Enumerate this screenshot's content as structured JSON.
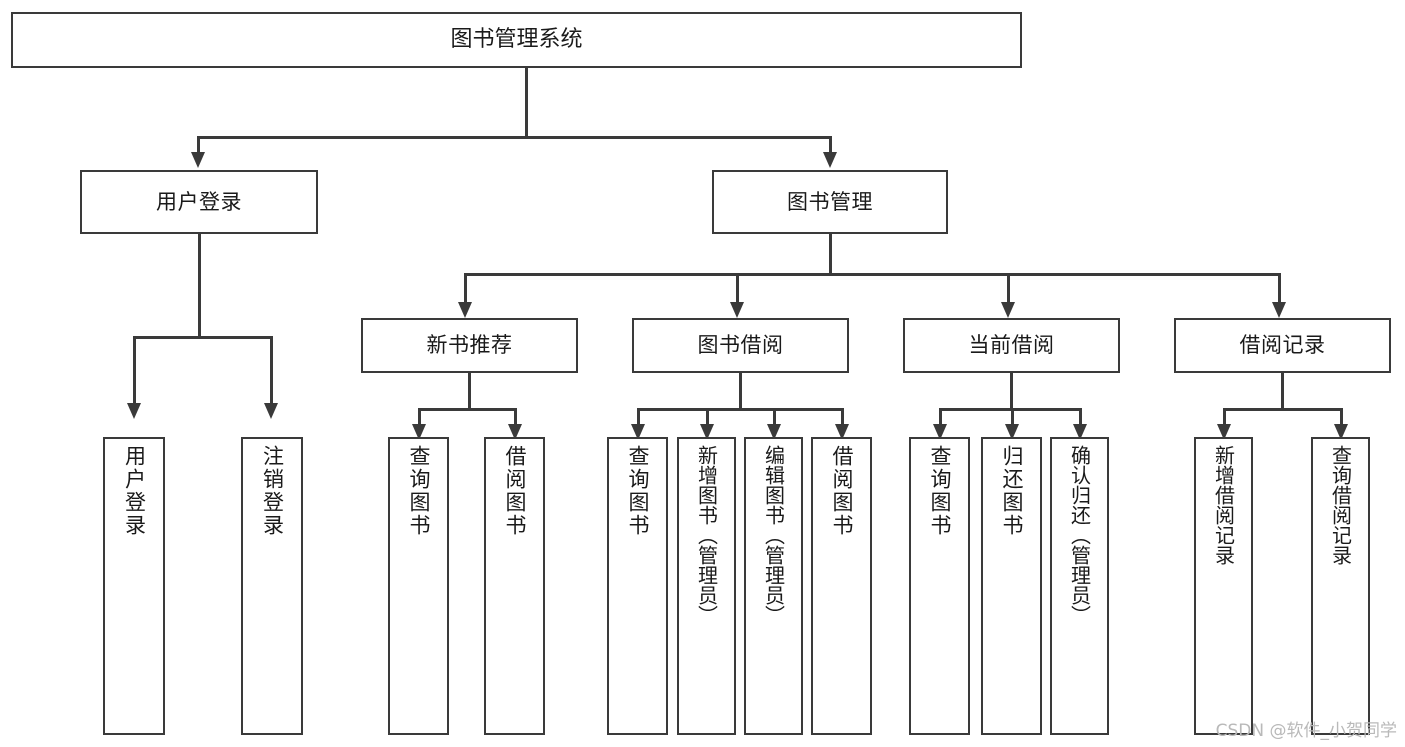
{
  "diagram": {
    "kind": "tree-hierarchy-diagram",
    "root": {
      "id": "root",
      "label": "图书管理系统"
    },
    "level2": [
      {
        "id": "user-login",
        "label": "用户登录"
      },
      {
        "id": "book-manage",
        "label": "图书管理"
      }
    ],
    "level3": [
      {
        "id": "new-book-recommend",
        "label": "新书推荐",
        "parent": "book-manage"
      },
      {
        "id": "book-borrow",
        "label": "图书借阅",
        "parent": "book-manage"
      },
      {
        "id": "current-borrow",
        "label": "当前借阅",
        "parent": "book-manage"
      },
      {
        "id": "borrow-record",
        "label": "借阅记录",
        "parent": "book-manage"
      }
    ],
    "leaves": [
      {
        "id": "leaf-user-login",
        "label": "用户登录",
        "parent": "user-login"
      },
      {
        "id": "leaf-logout-login",
        "label": "注销登录",
        "parent": "user-login"
      },
      {
        "id": "leaf-query-book-1",
        "label": "查询图书",
        "parent": "new-book-recommend"
      },
      {
        "id": "leaf-borrow-book-1",
        "label": "借阅图书",
        "parent": "new-book-recommend"
      },
      {
        "id": "leaf-query-book-2",
        "label": "查询图书",
        "parent": "book-borrow"
      },
      {
        "id": "leaf-add-book",
        "label": "新增图书（管理员）",
        "parent": "book-borrow"
      },
      {
        "id": "leaf-edit-book",
        "label": "编辑图书（管理员）",
        "parent": "book-borrow"
      },
      {
        "id": "leaf-borrow-book-2",
        "label": "借阅图书",
        "parent": "book-borrow"
      },
      {
        "id": "leaf-query-book-3",
        "label": "查询图书",
        "parent": "current-borrow"
      },
      {
        "id": "leaf-return-book",
        "label": "归还图书",
        "parent": "current-borrow"
      },
      {
        "id": "leaf-confirm-return",
        "label": "确认归还（管理员）",
        "parent": "current-borrow"
      },
      {
        "id": "leaf-add-borrow-record",
        "label": "新增借阅记录",
        "parent": "borrow-record"
      },
      {
        "id": "leaf-query-borrow-record",
        "label": "查询借阅记录",
        "parent": "borrow-record"
      }
    ],
    "watermark": "CSDN @软件_小贺同学",
    "colors": {
      "stroke": "#3a3a3a",
      "text": "#1a1a1a",
      "background": "#ffffff",
      "watermark": "#b9b9b9"
    }
  }
}
